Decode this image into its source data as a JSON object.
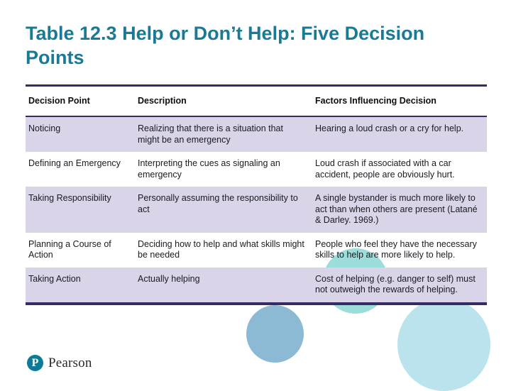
{
  "slide": {
    "title": "Table 12.3 Help or Don’t Help: Five Decision Points",
    "title_color": "#1A7A96",
    "background_color": "#FFFFFF"
  },
  "table": {
    "accent_rule_color": "#3A2A63",
    "shaded_row_color": "#D9D4E8",
    "columns": [
      "Decision Point",
      "Description",
      "Factors Influencing Decision"
    ],
    "rows": [
      {
        "decision_point": "Noticing",
        "description": "Realizing that there is a situation that might be an emergency",
        "factors": "Hearing a loud crash or a cry for help."
      },
      {
        "decision_point": "Defining an Emergency",
        "description": "Interpreting the cues as signaling an emergency",
        "factors": "Loud crash if associated with a car accident, people are obviously hurt."
      },
      {
        "decision_point": "Taking Responsibility",
        "description": "Personally assuming the responsibility to act",
        "factors": "A single bystander is much more likely to act than when others are present (Latané & Darley. 1969.)"
      },
      {
        "decision_point": "Planning a Course of Action",
        "description": "Deciding how to help and what skills might be needed",
        "factors": "People who feel they have the necessary skills to help are more likely to help."
      },
      {
        "decision_point": "Taking Action",
        "description": "Actually helping",
        "factors": "Cost of helping (e.g. danger to self) must not outweigh the rewards of helping."
      }
    ]
  },
  "logo": {
    "mark_letter": "P",
    "wordmark": "Pearson",
    "mark_color": "#0D7B96"
  },
  "decorations": {
    "circles": [
      {
        "name": "teal-circle",
        "color": "#7FD4CE"
      },
      {
        "name": "blue-gray-circle",
        "color": "#6FA8C9"
      },
      {
        "name": "light-blue-circle",
        "color": "#A9DCE8"
      }
    ]
  }
}
